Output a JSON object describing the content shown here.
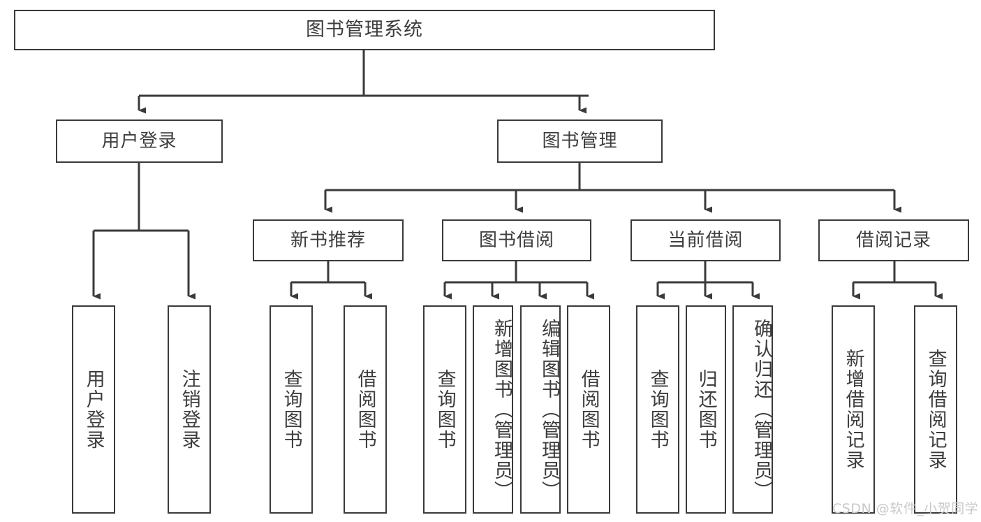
{
  "diagram": {
    "type": "hierarchy-tree",
    "title": "图书管理系统",
    "root": {
      "label": "图书管理系统"
    },
    "level2": [
      {
        "id": "user-login",
        "label": "用户登录"
      },
      {
        "id": "book-management",
        "label": "图书管理"
      }
    ],
    "level3": [
      {
        "id": "new-book-recommend",
        "label": "新书推荐",
        "parent": "book-management"
      },
      {
        "id": "book-borrow",
        "label": "图书借阅",
        "parent": "book-management"
      },
      {
        "id": "current-borrow",
        "label": "当前借阅",
        "parent": "book-management"
      },
      {
        "id": "borrow-record",
        "label": "借阅记录",
        "parent": "book-management"
      }
    ],
    "leaves": [
      {
        "id": "leaf-user-login",
        "label": "用户登录",
        "parent": "user-login"
      },
      {
        "id": "leaf-logout-login",
        "label": "注销登录",
        "parent": "user-login"
      },
      {
        "id": "leaf-query-book-1",
        "label": "查询图书",
        "parent": "new-book-recommend"
      },
      {
        "id": "leaf-borrow-book-1",
        "label": "借阅图书",
        "parent": "new-book-recommend"
      },
      {
        "id": "leaf-query-book-2",
        "label": "查询图书",
        "parent": "book-borrow"
      },
      {
        "id": "leaf-add-book",
        "label": "新增图书（管理员）",
        "parent": "book-borrow"
      },
      {
        "id": "leaf-edit-book",
        "label": "编辑图书（管理员）",
        "parent": "book-borrow"
      },
      {
        "id": "leaf-borrow-book-2",
        "label": "借阅图书",
        "parent": "book-borrow"
      },
      {
        "id": "leaf-query-book-3",
        "label": "查询图书",
        "parent": "current-borrow"
      },
      {
        "id": "leaf-return-book",
        "label": "归还图书",
        "parent": "current-borrow"
      },
      {
        "id": "leaf-confirm-return",
        "label": "确认归还（管理员）",
        "parent": "current-borrow"
      },
      {
        "id": "leaf-add-record",
        "label": "新增借阅记录",
        "parent": "borrow-record"
      },
      {
        "id": "leaf-query-record",
        "label": "查询借阅记录",
        "parent": "borrow-record"
      }
    ],
    "colors": {
      "stroke": "#3a3a3a",
      "fill": "#ffffff",
      "text": "#3d3d3d",
      "watermark": "#c9c9c9"
    }
  },
  "watermark": {
    "text": "CSDN @软件_小贺同学"
  }
}
